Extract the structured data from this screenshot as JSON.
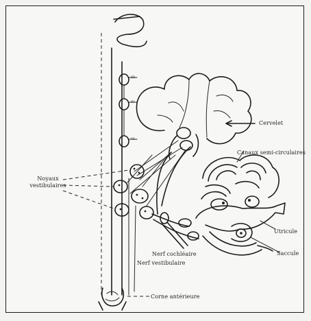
{
  "labels": {
    "cervelet": "Cervelet",
    "canaux": "Canaux semi-circulaires",
    "noyaux_line1": "Noyaux",
    "noyaux_line2": "vestibulaires",
    "utricule": "Utricule",
    "saccule": "Saccule",
    "nerf_cochleaire": "Nerf cochléaire",
    "nerf_vestibulaire": "Nerf vestibulaire",
    "corne": "Corne antérieure"
  },
  "nuclei": [
    "III",
    "IV",
    "VI"
  ]
}
